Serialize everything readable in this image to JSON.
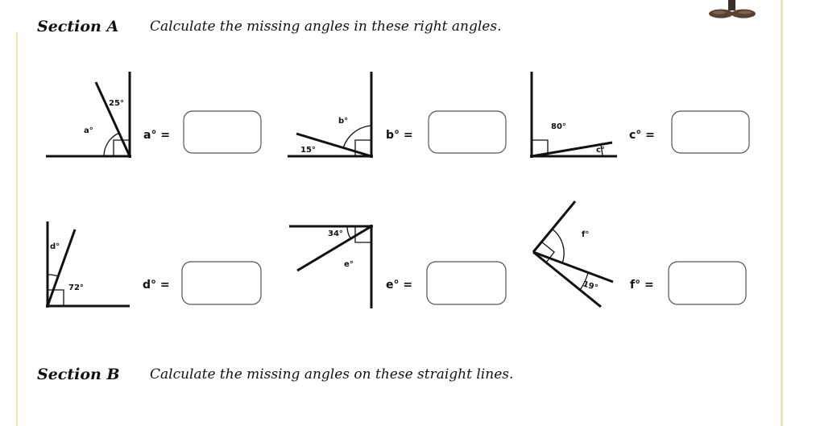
{
  "section_a": {
    "label": "Section A",
    "instruction": "Calculate the missing angles in these right angles."
  },
  "section_b": {
    "label": "Section B",
    "instruction": "Calculate the missing angles on these straight lines."
  },
  "problems": [
    {
      "given": "25°",
      "unknown": "a°",
      "equation": "a° ="
    },
    {
      "given": "15°",
      "unknown": "b°",
      "equation": "b° ="
    },
    {
      "given": "80°",
      "unknown": "c°",
      "equation": "c° ="
    },
    {
      "given": "72°",
      "unknown": "d°",
      "equation": "d° ="
    },
    {
      "given": "34°",
      "unknown": "e°",
      "equation": "e° ="
    },
    {
      "given": "19°",
      "unknown": "f°",
      "equation": "f° ="
    }
  ],
  "colors": {
    "ink": "#111111",
    "page_edge": "#f3e1a8",
    "answer_box_border": "#555555"
  }
}
